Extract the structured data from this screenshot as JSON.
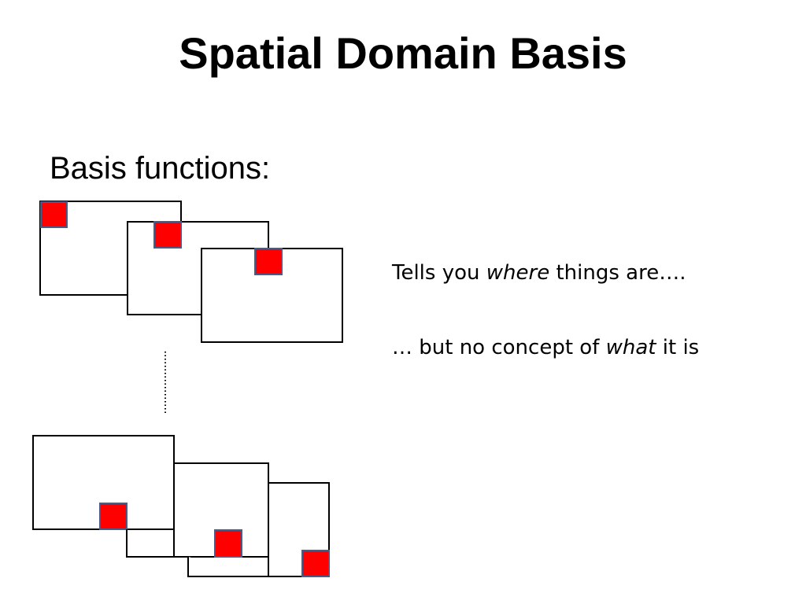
{
  "slide": {
    "title": "Spatial Domain Basis",
    "subheading": "Basis functions:"
  },
  "notes": {
    "line1": {
      "before": "Tells you ",
      "emphasis": "where",
      "after": " things are…."
    },
    "line2": {
      "before": "… but no concept of ",
      "emphasis": "what",
      "after": " it is"
    }
  },
  "colors": {
    "pixel_fill": "#ff0000",
    "pixel_border": "#4a5a8a",
    "frame_stroke": "#000000"
  }
}
